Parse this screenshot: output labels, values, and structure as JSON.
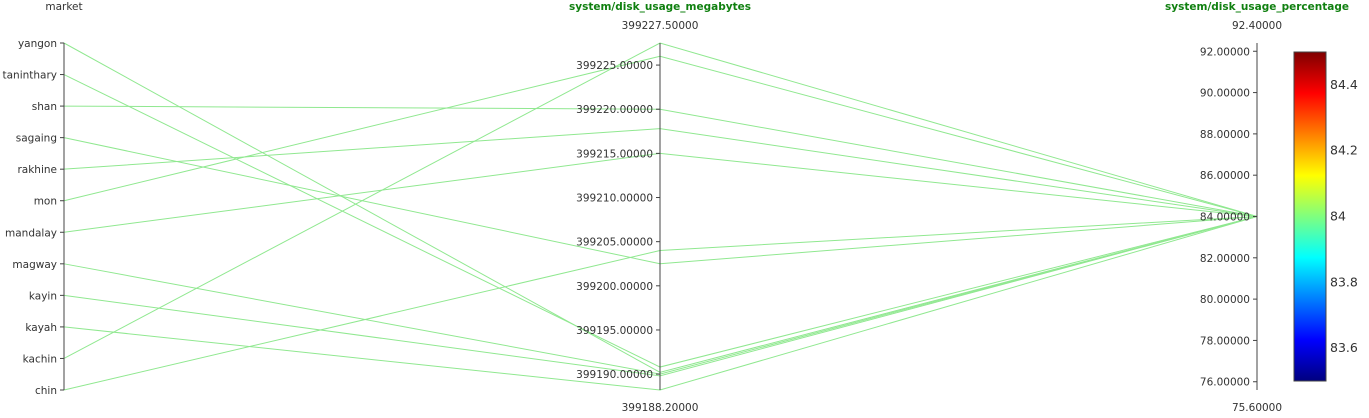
{
  "chart_data": {
    "type": "parallel_coordinates",
    "line_color": "#90e890",
    "title_color": "#108010",
    "dimensions": [
      {
        "label": "market",
        "kind": "categorical",
        "categories": [
          "yangon",
          "taninthary",
          "shan",
          "sagaing",
          "rakhine",
          "mon",
          "mandalay",
          "magway",
          "kayin",
          "kayah",
          "kachin",
          "chin"
        ]
      },
      {
        "label": "system/disk_usage_megabytes",
        "kind": "numeric",
        "range": [
          399188.2,
          399227.5
        ],
        "range_labels": [
          "399188.20000",
          "399227.50000"
        ],
        "ticks": [
          399190,
          399195,
          399200,
          399205,
          399210,
          399215,
          399220,
          399225
        ],
        "tick_labels": [
          "399190.00000",
          "399195.00000",
          "399200.00000",
          "399205.00000",
          "399210.00000",
          "399215.00000",
          "399220.00000",
          "399225.00000"
        ]
      },
      {
        "label": "system/disk_usage_percentage",
        "kind": "numeric",
        "range": [
          75.6,
          92.4
        ],
        "range_labels": [
          "75.60000",
          "92.40000"
        ],
        "ticks": [
          76,
          78,
          80,
          82,
          84,
          86,
          88,
          90,
          92
        ],
        "tick_labels": [
          "76.00000",
          "78.00000",
          "80.00000",
          "82.00000",
          "84.00000",
          "86.00000",
          "88.00000",
          "90.00000",
          "92.00000"
        ]
      }
    ],
    "rows": [
      {
        "market": "yangon",
        "mb": 399190.2,
        "pct": 84.0
      },
      {
        "market": "taninthary",
        "mb": 399190.8,
        "pct": 84.0
      },
      {
        "market": "shan",
        "mb": 399220.0,
        "pct": 84.0
      },
      {
        "market": "sagaing",
        "mb": 399202.5,
        "pct": 84.0
      },
      {
        "market": "rakhine",
        "mb": 399217.8,
        "pct": 84.0
      },
      {
        "market": "mon",
        "mb": 399226.0,
        "pct": 84.0
      },
      {
        "market": "mandalay",
        "mb": 399215.0,
        "pct": 84.0
      },
      {
        "market": "magway",
        "mb": 399190.0,
        "pct": 84.0
      },
      {
        "market": "kayin",
        "mb": 399189.8,
        "pct": 84.0
      },
      {
        "market": "kayah",
        "mb": 399188.2,
        "pct": 84.0
      },
      {
        "market": "kachin",
        "mb": 399227.5,
        "pct": 84.0
      },
      {
        "market": "chin",
        "mb": 399204.0,
        "pct": 84.0
      }
    ],
    "colorbar": {
      "range": [
        83.5,
        84.5
      ],
      "ticks": [
        83.6,
        83.8,
        84,
        84.2,
        84.4
      ],
      "tick_labels": [
        "83.6",
        "83.8",
        "84",
        "84.2",
        "84.4"
      ],
      "colorscale": [
        "#00007f",
        "#0000ff",
        "#007fff",
        "#00ffff",
        "#7fff7f",
        "#ffff00",
        "#ff7f00",
        "#ff0000",
        "#7f0000"
      ]
    }
  }
}
